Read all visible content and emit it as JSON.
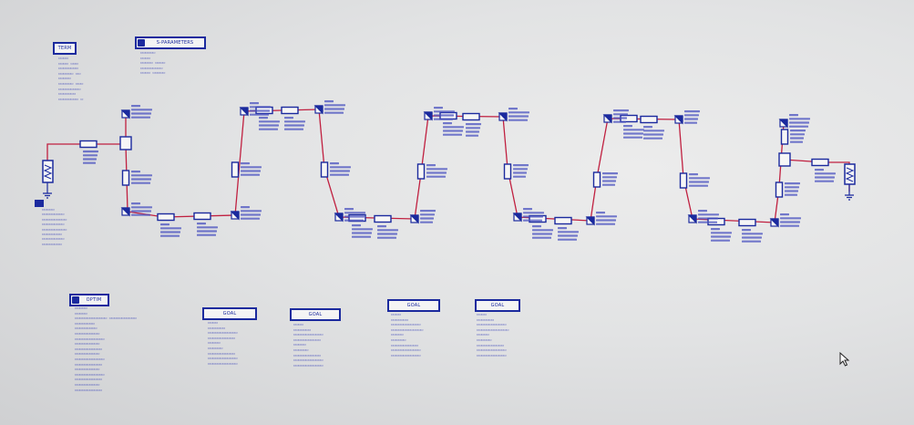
{
  "colors": {
    "component": "#1b2a9e",
    "wire": "#c02040",
    "text": "#3b44b8",
    "background": "#e6e7e8"
  },
  "controllers": {
    "term_block": {
      "title": "TERM"
    },
    "sparams": {
      "title": "S-PARAMETERS",
      "icon": "simulation-controller-icon"
    },
    "optim": {
      "title": "OPTIM",
      "icon": "optimization-controller-icon"
    },
    "goals": [
      {
        "title": "GOAL"
      },
      {
        "title": "GOAL"
      },
      {
        "title": "GOAL"
      },
      {
        "title": "GOAL"
      }
    ]
  },
  "cursor": {
    "icon": "mouse-pointer-icon"
  }
}
